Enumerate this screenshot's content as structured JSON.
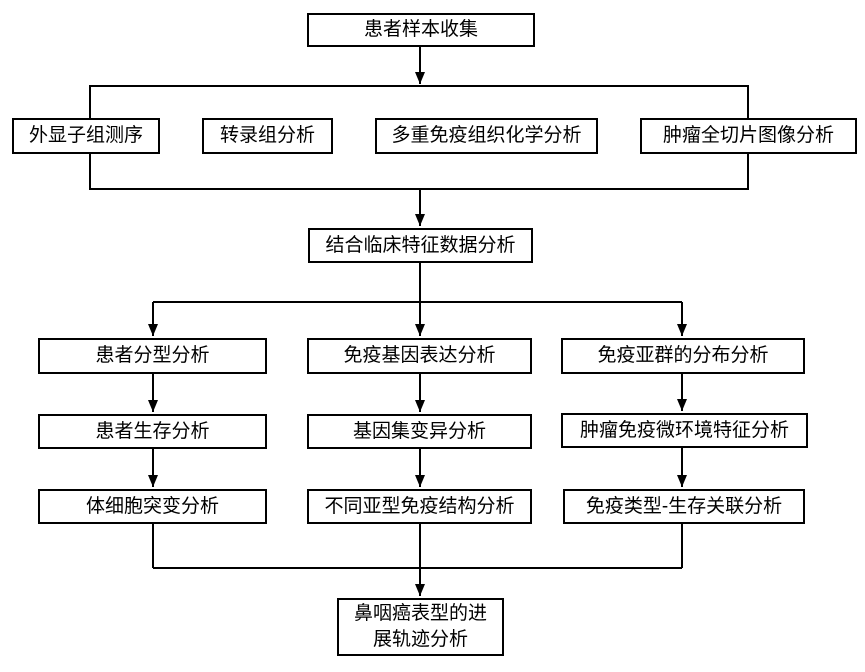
{
  "figure": {
    "type": "flowchart",
    "colors": {
      "line": "#000000",
      "box_border": "#000000",
      "box_fill": "#ffffff",
      "background": "#ffffff",
      "text": "#000000"
    },
    "root": "患者样本收集",
    "data_sources": [
      "外显子组测序",
      "转录组分析",
      "多重免疫组织化学分析",
      "肿瘤全切片图像分析"
    ],
    "integration": "结合临床特征数据分析",
    "columns": [
      {
        "steps": [
          "患者分型分析",
          "患者生存分析",
          "体细胞突变分析"
        ]
      },
      {
        "steps": [
          "免疫基因表达分析",
          "基因集变异分析",
          "不同亚型免疫结构分析"
        ]
      },
      {
        "steps": [
          "免疫亚群的分布分析",
          "肿瘤免疫微环境特征分析",
          "免疫类型-生存关联分析"
        ]
      }
    ],
    "final": "鼻咽癌表型的进展轨迹分析"
  }
}
